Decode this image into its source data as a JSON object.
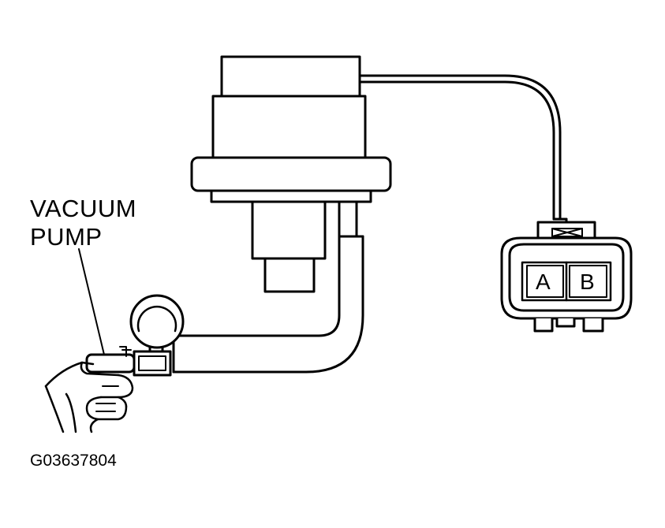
{
  "labels": {
    "vacuum_line1": "VACUUM",
    "vacuum_line2": "PUMP",
    "figure_id": "G03637804"
  },
  "connector": {
    "pin_a": "A",
    "pin_b": "B"
  },
  "colors": {
    "line": "#000000",
    "background": "#ffffff"
  }
}
